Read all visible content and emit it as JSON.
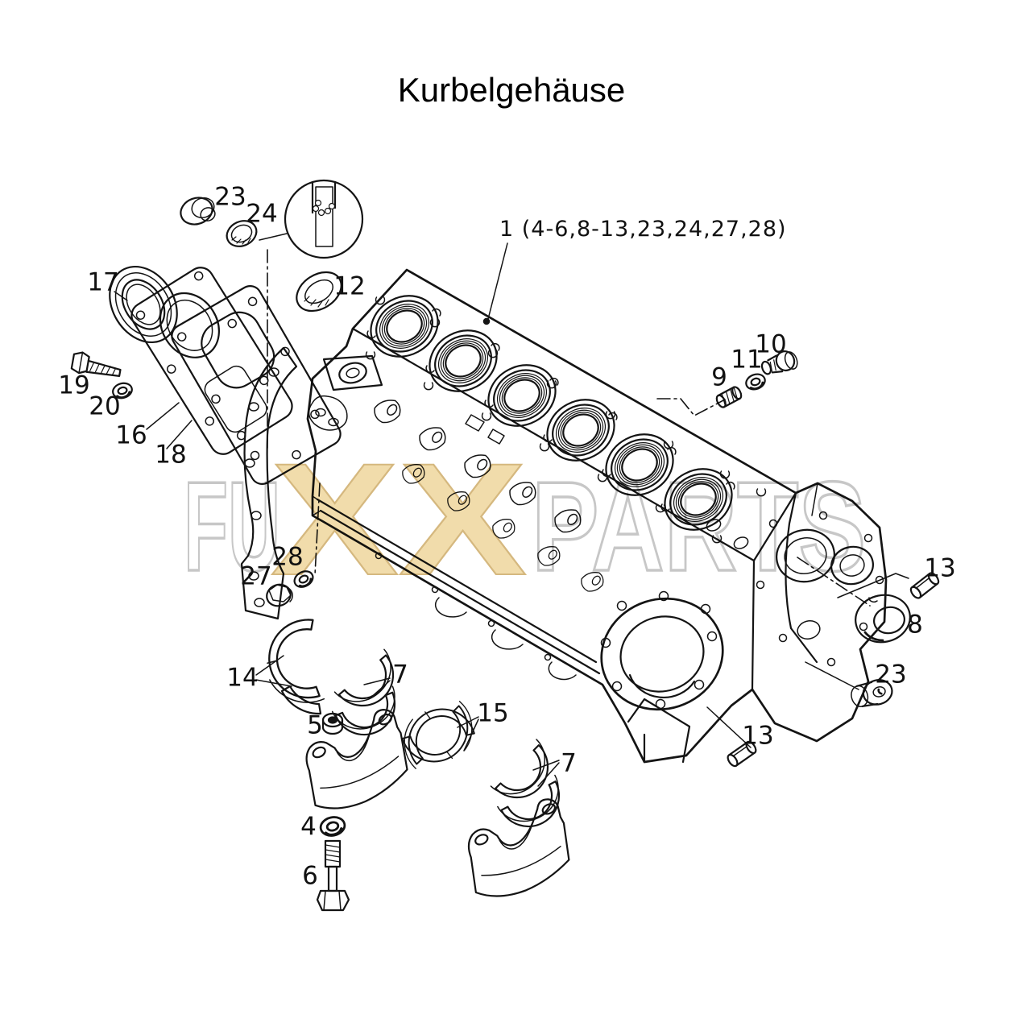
{
  "page": {
    "title": "Kurbelgehäuse",
    "background_color": "#ffffff",
    "line_color": "#141414"
  },
  "watermark": {
    "prefix": "FU",
    "emphasis": "XX",
    "suffix": "PARTS",
    "outline_color": "#c7c7c7",
    "emphasis_fill": "#f1dcab",
    "emphasis_outline": "#d5b87f"
  },
  "callout": {
    "text": "1 (4-6,8-13,23,24,27,28)"
  },
  "labels": [
    {
      "part": "23",
      "text": "23"
    },
    {
      "part": "24",
      "text": "24"
    },
    {
      "part": "17",
      "text": "17"
    },
    {
      "part": "12",
      "text": "12"
    },
    {
      "part": "19",
      "text": "19"
    },
    {
      "part": "20",
      "text": "20"
    },
    {
      "part": "16",
      "text": "16"
    },
    {
      "part": "18",
      "text": "18"
    },
    {
      "part": "28",
      "text": "28"
    },
    {
      "part": "27",
      "text": "27"
    },
    {
      "part": "14",
      "text": "14"
    },
    {
      "part": "7",
      "text": "7"
    },
    {
      "part": "5",
      "text": "5"
    },
    {
      "part": "15",
      "text": "15"
    },
    {
      "part": "4",
      "text": "4"
    },
    {
      "part": "6",
      "text": "6"
    },
    {
      "part": "7b",
      "text": "7"
    },
    {
      "part": "13b",
      "text": "13"
    },
    {
      "part": "9",
      "text": "9"
    },
    {
      "part": "11",
      "text": "11"
    },
    {
      "part": "10",
      "text": "10"
    },
    {
      "part": "13",
      "text": "13"
    },
    {
      "part": "8",
      "text": "8"
    },
    {
      "part": "23b",
      "text": "23"
    }
  ]
}
